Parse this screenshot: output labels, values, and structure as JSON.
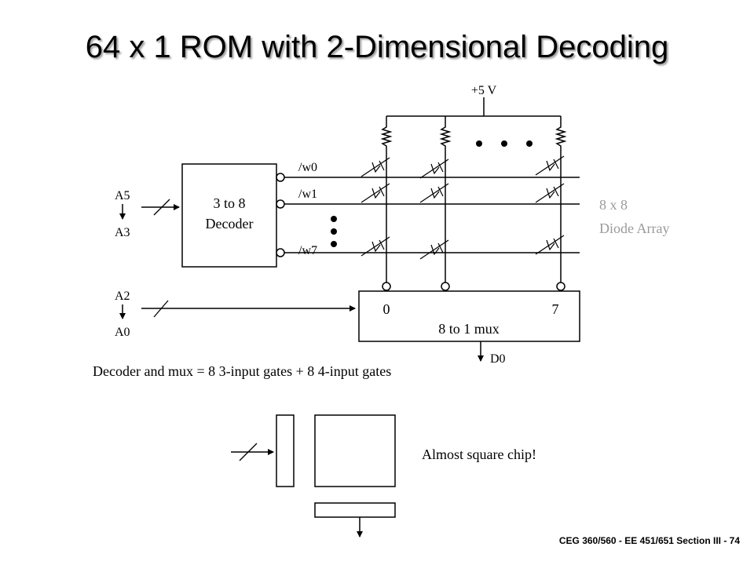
{
  "slide": {
    "title": "64 x 1 ROM with 2-Dimensional Decoding",
    "footer": "CEG 360/560 - EE 451/651 Section III - 74"
  },
  "diagram": {
    "supply_label": "+5 V",
    "decoder": {
      "line1": "3 to 8",
      "line2": "Decoder"
    },
    "word_lines": [
      "/w0",
      "/w1",
      "/w7"
    ],
    "array_label": {
      "line1": "8 x 8",
      "line2": "Diode Array",
      "color": "#9a9a9a"
    },
    "address_inputs": {
      "row_hi": "A5",
      "row_lo": "A3",
      "col_hi": "A2",
      "col_lo": "A0"
    },
    "mux": {
      "left_input": "0",
      "right_input": "7",
      "label": "8 to 1 mux",
      "output": "D0"
    },
    "gate_count_note": "Decoder and mux = 8 3-input gates + 8 4-input gates",
    "chip_note": "Almost square chip!"
  }
}
